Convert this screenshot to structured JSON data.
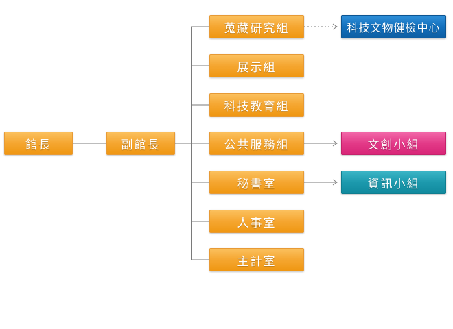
{
  "director": "館長",
  "deputy": "副館長",
  "departments": [
    {
      "label": "蒐藏研究組"
    },
    {
      "label": "展示組"
    },
    {
      "label": "科技教育組"
    },
    {
      "label": "公共服務組"
    },
    {
      "label": "秘書室"
    },
    {
      "label": "人事室"
    },
    {
      "label": "主計室"
    }
  ],
  "sub_units": [
    {
      "label": "科技文物健檢中心",
      "parent": 0,
      "style": "dotted",
      "color": "#1370bd"
    },
    {
      "label": "文創小組",
      "parent": 3,
      "style": "solid",
      "color": "#e33a88"
    },
    {
      "label": "資訊小組",
      "parent": 4,
      "style": "solid",
      "color": "#1c99ad"
    }
  ],
  "colors": {
    "node_orange": "#f5a630",
    "connector": "#7a7a7a"
  }
}
